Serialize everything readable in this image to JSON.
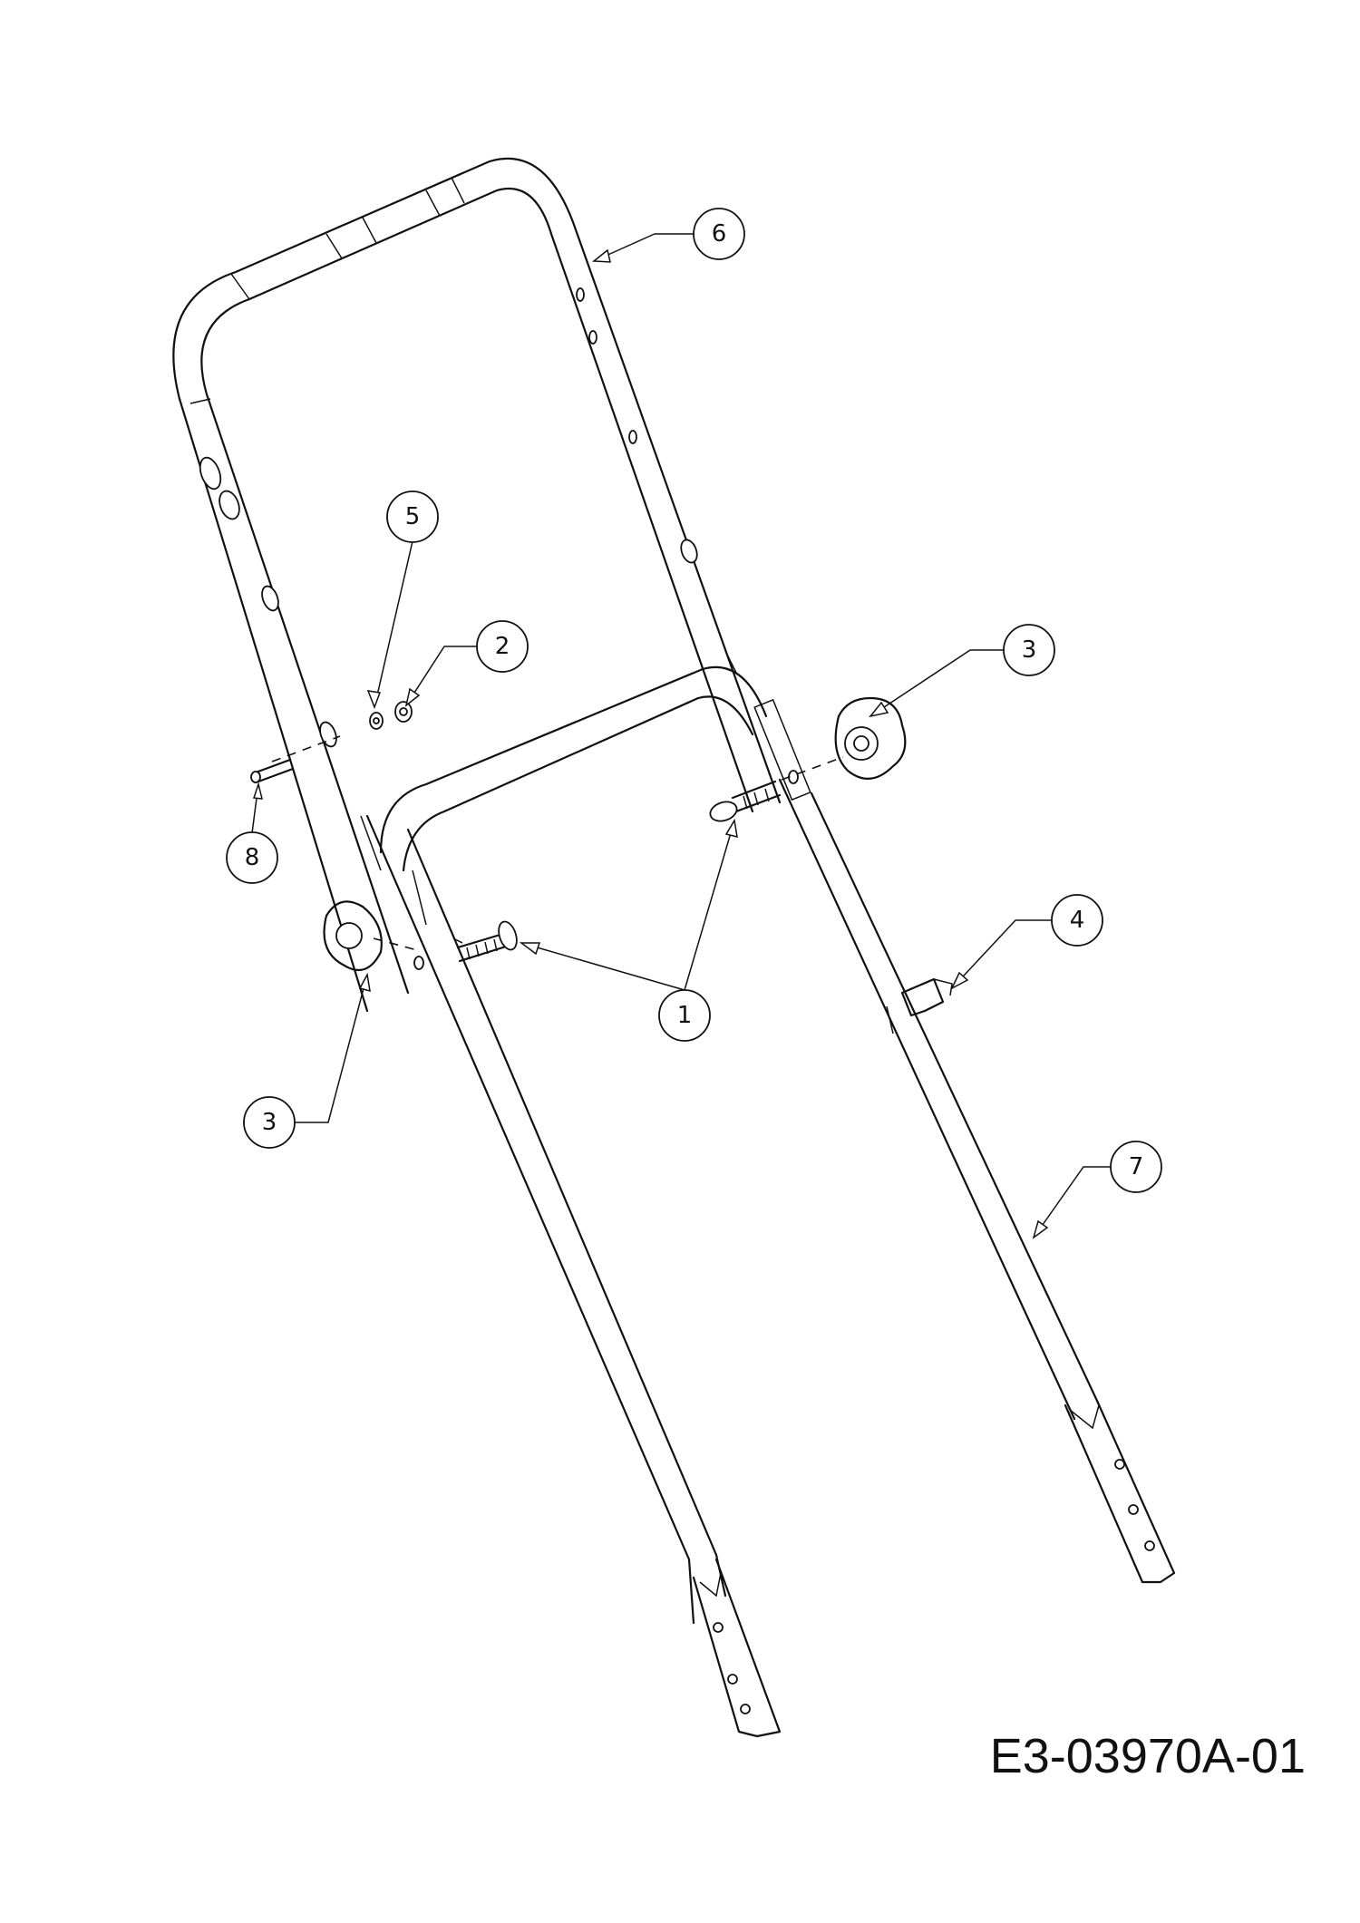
{
  "drawing_number": "E3-03970A-01",
  "callouts": [
    {
      "id": "callout-6",
      "label": "6"
    },
    {
      "id": "callout-5",
      "label": "5"
    },
    {
      "id": "callout-2",
      "label": "2"
    },
    {
      "id": "callout-3-right",
      "label": "3"
    },
    {
      "id": "callout-8",
      "label": "8"
    },
    {
      "id": "callout-4",
      "label": "4"
    },
    {
      "id": "callout-1",
      "label": "1"
    },
    {
      "id": "callout-3-left",
      "label": "3"
    },
    {
      "id": "callout-7",
      "label": "7"
    }
  ]
}
